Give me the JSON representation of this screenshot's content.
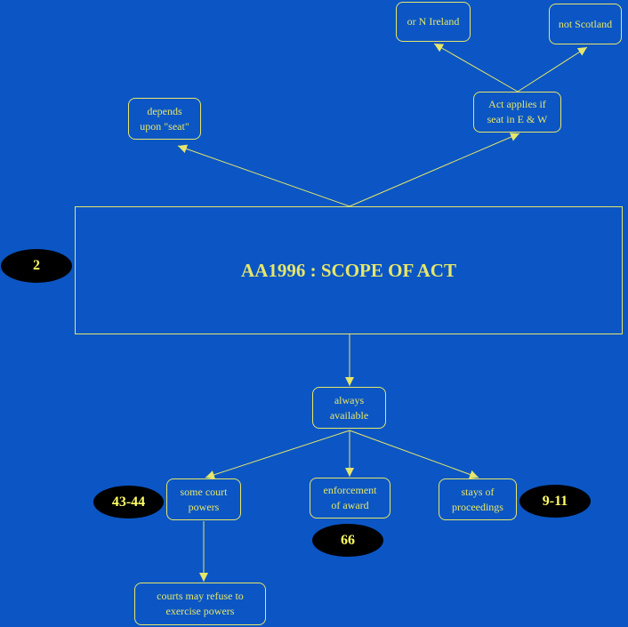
{
  "colors": {
    "background": "#0b56c4",
    "line": "#e6e66a",
    "ref_fill": "#000000",
    "ref_text": "#ffff66"
  },
  "main": {
    "title": "AA1996 : SCOPE OF ACT"
  },
  "nodes": {
    "depends_upon_seat": "depends\nupon \"seat\"",
    "act_applies": "Act applies if\nseat in E & W",
    "or_n_ireland": "or N Ireland",
    "not_scotland": "not Scotland",
    "always_available": "always\navailable",
    "some_court_powers": "some court\npowers",
    "enforcement_of_award": "enforcement\nof award",
    "stays_of_proceedings": "stays of\nproceedings",
    "courts_may_refuse": "courts may refuse to\nexercise powers"
  },
  "refs": {
    "main": "2",
    "court_powers": "43-44",
    "enforcement": "66",
    "stays": "9-11"
  }
}
